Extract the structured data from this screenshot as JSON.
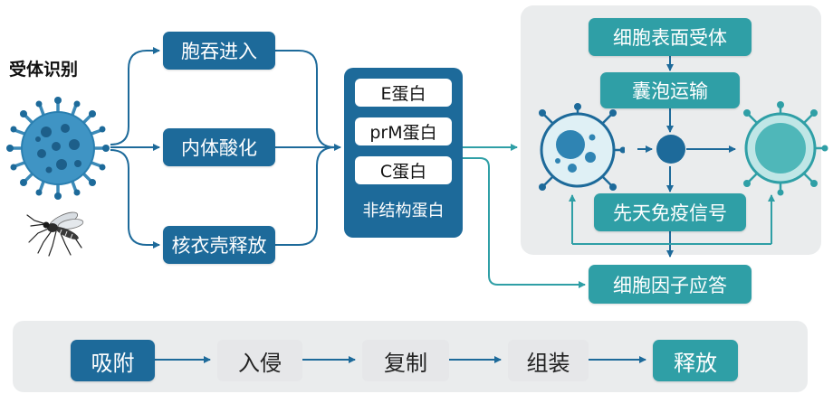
{
  "left_label": "受体识别",
  "entry_routes": [
    "胞吞进入",
    "内体酸化",
    "核衣壳释放"
  ],
  "proteins": {
    "items": [
      "E蛋白",
      "prM蛋白",
      "C蛋白"
    ],
    "footer": "非结构蛋白"
  },
  "immune": {
    "receptor": "细胞表面受体",
    "vesicle": "囊泡运输",
    "innate_signal": "先天免疫信号",
    "cytokine": "细胞因子应答"
  },
  "lifecycle": [
    "吸附",
    "入侵",
    "复制",
    "组装",
    "释放"
  ],
  "colors": {
    "dark_blue": "#1d6a9a",
    "teal": "#2f9fa6",
    "light_gray": "#e6e7e9"
  },
  "icons": [
    "virus-icon",
    "mosquito-icon",
    "infected-cell-icon",
    "healthy-cell-icon",
    "signal-node-icon"
  ]
}
